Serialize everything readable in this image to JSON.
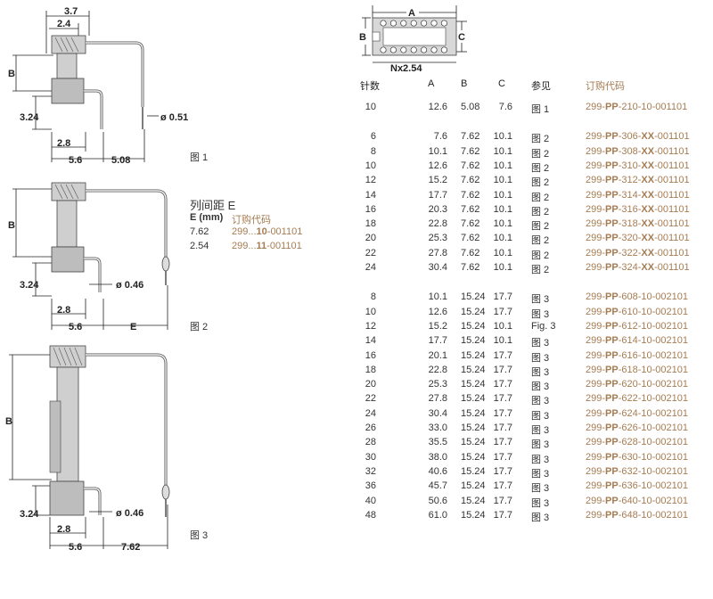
{
  "figures": {
    "fig1": {
      "caption": "图 1",
      "dim_top": "3.7",
      "dim_top2": "2.4",
      "dim_b": "B",
      "dim_324": "3.24",
      "dim_28": "2.8",
      "dim_56": "5.6",
      "dim_508": "5.08",
      "dim_pin": "ø 0.51"
    },
    "fig2": {
      "caption": "图 2",
      "dim_b": "B",
      "dim_324": "3.24",
      "dim_28": "2.8",
      "dim_56": "5.6",
      "dim_e": "E",
      "dim_pin": "ø 0.46"
    },
    "fig3": {
      "caption": "图 3",
      "dim_b": "B",
      "dim_324": "3.24",
      "dim_28": "2.8",
      "dim_56": "5.6",
      "dim_762": "7.62",
      "dim_pin": "ø 0.46"
    },
    "top_view": {
      "a": "A",
      "b": "B",
      "c": "C",
      "n": "Nx2.54"
    }
  },
  "spacing": {
    "title": "列间距 E",
    "header_e": "E (mm)",
    "header_code": "订购代码",
    "rows": [
      {
        "e": "7.62",
        "code_pre": "299...",
        "code_bold": "10",
        "code_post": "-001101"
      },
      {
        "e": "2.54",
        "code_pre": "299...",
        "code_bold": "11",
        "code_post": "-001101"
      }
    ]
  },
  "table": {
    "headers": {
      "pins": "针数",
      "a": "A",
      "b": "B",
      "c": "C",
      "ref": "参见",
      "code": "订购代码"
    },
    "groups": [
      [
        {
          "pins": "10",
          "a": "12.6",
          "b": "5.08",
          "c": "7.6",
          "ref": "图 1",
          "c1": "299-",
          "c2": "PP",
          "c3": "-210-10-001101",
          "c4": "",
          "c5": ""
        }
      ],
      [
        {
          "pins": "6",
          "a": "7.6",
          "b": "7.62",
          "c": "10.1",
          "ref": "图 2",
          "c1": "299-",
          "c2": "PP",
          "c3": "-306-",
          "c4": "XX",
          "c5": "-001101"
        },
        {
          "pins": "8",
          "a": "10.1",
          "b": "7.62",
          "c": "10.1",
          "ref": "图 2",
          "c1": "299-",
          "c2": "PP",
          "c3": "-308-",
          "c4": "XX",
          "c5": "-001101"
        },
        {
          "pins": "10",
          "a": "12.6",
          "b": "7.62",
          "c": "10.1",
          "ref": "图 2",
          "c1": "299-",
          "c2": "PP",
          "c3": "-310-",
          "c4": "XX",
          "c5": "-001101"
        },
        {
          "pins": "12",
          "a": "15.2",
          "b": "7.62",
          "c": "10.1",
          "ref": "图 2",
          "c1": "299-",
          "c2": "PP",
          "c3": "-312-",
          "c4": "XX",
          "c5": "-001101"
        },
        {
          "pins": "14",
          "a": "17.7",
          "b": "7.62",
          "c": "10.1",
          "ref": "图 2",
          "c1": "299-",
          "c2": "PP",
          "c3": "-314-",
          "c4": "XX",
          "c5": "-001101"
        },
        {
          "pins": "16",
          "a": "20.3",
          "b": "7.62",
          "c": "10.1",
          "ref": "图 2",
          "c1": "299-",
          "c2": "PP",
          "c3": "-316-",
          "c4": "XX",
          "c5": "-001101"
        },
        {
          "pins": "18",
          "a": "22.8",
          "b": "7.62",
          "c": "10.1",
          "ref": "图 2",
          "c1": "299-",
          "c2": "PP",
          "c3": "-318-",
          "c4": "XX",
          "c5": "-001101"
        },
        {
          "pins": "20",
          "a": "25.3",
          "b": "7.62",
          "c": "10.1",
          "ref": "图 2",
          "c1": "299-",
          "c2": "PP",
          "c3": "-320-",
          "c4": "XX",
          "c5": "-001101"
        },
        {
          "pins": "22",
          "a": "27.8",
          "b": "7.62",
          "c": "10.1",
          "ref": "图 2",
          "c1": "299-",
          "c2": "PP",
          "c3": "-322-",
          "c4": "XX",
          "c5": "-001101"
        },
        {
          "pins": "24",
          "a": "30.4",
          "b": "7.62",
          "c": "10.1",
          "ref": "图 2",
          "c1": "299-",
          "c2": "PP",
          "c3": "-324-",
          "c4": "XX",
          "c5": "-001101"
        }
      ],
      [
        {
          "pins": "8",
          "a": "10.1",
          "b": "15.24",
          "c": "17.7",
          "ref": "图 3",
          "c1": "299-",
          "c2": "PP",
          "c3": "-608-10-002101",
          "c4": "",
          "c5": ""
        },
        {
          "pins": "10",
          "a": "12.6",
          "b": "15.24",
          "c": "17.7",
          "ref": "图 3",
          "c1": "299-",
          "c2": "PP",
          "c3": "-610-10-002101",
          "c4": "",
          "c5": ""
        },
        {
          "pins": "12",
          "a": "15.2",
          "b": "15.24",
          "c": "10.1",
          "ref": "Fig. 3",
          "c1": "299-",
          "c2": "PP",
          "c3": "-612-10-002101",
          "c4": "",
          "c5": ""
        },
        {
          "pins": "14",
          "a": "17.7",
          "b": "15.24",
          "c": "10.1",
          "ref": "图 3",
          "c1": "299-",
          "c2": "PP",
          "c3": "-614-10-002101",
          "c4": "",
          "c5": ""
        },
        {
          "pins": "16",
          "a": "20.1",
          "b": "15.24",
          "c": "17.7",
          "ref": "图 3",
          "c1": "299-",
          "c2": "PP",
          "c3": "-616-10-002101",
          "c4": "",
          "c5": ""
        },
        {
          "pins": "18",
          "a": "22.8",
          "b": "15.24",
          "c": "17.7",
          "ref": "图 3",
          "c1": "299-",
          "c2": "PP",
          "c3": "-618-10-002101",
          "c4": "",
          "c5": ""
        },
        {
          "pins": "20",
          "a": "25.3",
          "b": "15.24",
          "c": "17.7",
          "ref": "图 3",
          "c1": "299-",
          "c2": "PP",
          "c3": "-620-10-002101",
          "c4": "",
          "c5": ""
        },
        {
          "pins": "22",
          "a": "27.8",
          "b": "15.24",
          "c": "17.7",
          "ref": "图 3",
          "c1": "299-",
          "c2": "PP",
          "c3": "-622-10-002101",
          "c4": "",
          "c5": ""
        },
        {
          "pins": "24",
          "a": "30.4",
          "b": "15.24",
          "c": "17.7",
          "ref": "图 3",
          "c1": "299-",
          "c2": "PP",
          "c3": "-624-10-002101",
          "c4": "",
          "c5": ""
        },
        {
          "pins": "26",
          "a": "33.0",
          "b": "15.24",
          "c": "17.7",
          "ref": "图 3",
          "c1": "299-",
          "c2": "PP",
          "c3": "-626-10-002101",
          "c4": "",
          "c5": ""
        },
        {
          "pins": "28",
          "a": "35.5",
          "b": "15.24",
          "c": "17.7",
          "ref": "图 3",
          "c1": "299-",
          "c2": "PP",
          "c3": "-628-10-002101",
          "c4": "",
          "c5": ""
        },
        {
          "pins": "30",
          "a": "38.0",
          "b": "15.24",
          "c": "17.7",
          "ref": "图 3",
          "c1": "299-",
          "c2": "PP",
          "c3": "-630-10-002101",
          "c4": "",
          "c5": ""
        },
        {
          "pins": "32",
          "a": "40.6",
          "b": "15.24",
          "c": "17.7",
          "ref": "图 3",
          "c1": "299-",
          "c2": "PP",
          "c3": "-632-10-002101",
          "c4": "",
          "c5": ""
        },
        {
          "pins": "36",
          "a": "45.7",
          "b": "15.24",
          "c": "17.7",
          "ref": "图 3",
          "c1": "299-",
          "c2": "PP",
          "c3": "-636-10-002101",
          "c4": "",
          "c5": ""
        },
        {
          "pins": "40",
          "a": "50.6",
          "b": "15.24",
          "c": "17.7",
          "ref": "图 3",
          "c1": "299-",
          "c2": "PP",
          "c3": "-640-10-002101",
          "c4": "",
          "c5": ""
        },
        {
          "pins": "48",
          "a": "61.0",
          "b": "15.24",
          "c": "17.7",
          "ref": "图 3",
          "c1": "299-",
          "c2": "PP",
          "c3": "-648-10-002101",
          "c4": "",
          "c5": ""
        }
      ]
    ]
  }
}
